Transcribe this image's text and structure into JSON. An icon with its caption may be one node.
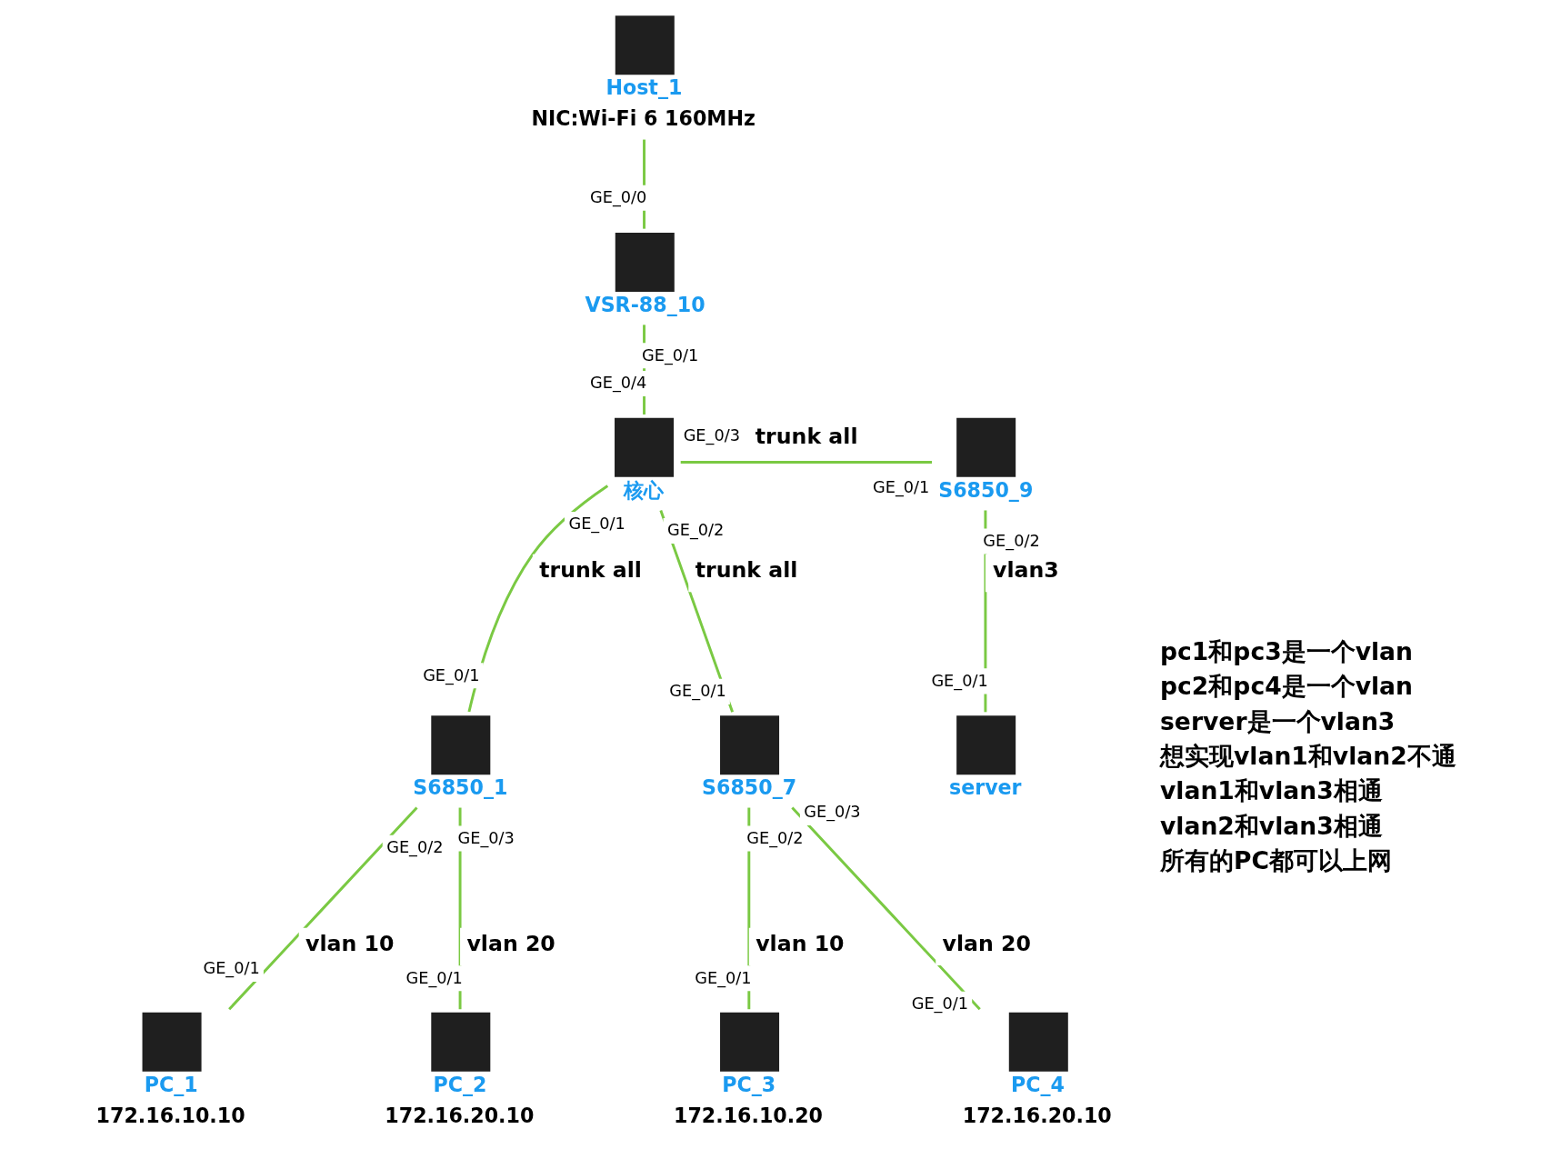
{
  "diagram": {
    "nodes": [
      {
        "text": [
          "Host_1"
        ],
        "beside": [
          "NIC:Wi-Fi 6 160MHz"
        ]
      },
      {
        "text": [
          "VSR-88_10"
        ]
      },
      {
        "text": [
          "核心"
        ]
      },
      {
        "text": [
          "S6850_9"
        ]
      },
      {
        "text": [
          "server"
        ]
      },
      {
        "text": [
          "S6850_1"
        ]
      },
      {
        "text": [
          "S6850_7"
        ]
      },
      {
        "text": [
          "PC_1"
        ],
        "beside": [
          "172.16.10.10"
        ]
      },
      {
        "text": [
          "PC_2"
        ],
        "beside": [
          "172.16.20.10"
        ]
      },
      {
        "text": [
          "PC_3"
        ],
        "beside": [
          "172.16.10.20"
        ]
      },
      {
        "text": [
          "PC_4"
        ],
        "beside": [
          "172.16.20.10"
        ]
      }
    ],
    "edges": [
      {
        "from": 0,
        "to": 1,
        "arrow": "none"
      },
      {
        "from": 1,
        "to": 2,
        "arrow": "none"
      },
      {
        "from": 2,
        "to": 3,
        "arrow": "none",
        "label": "trunk all"
      },
      {
        "from": 3,
        "to": 4,
        "arrow": "none",
        "label": "vlan3"
      },
      {
        "from": 2,
        "to": 5,
        "arrow": "none",
        "label": "trunk all"
      },
      {
        "from": 2,
        "to": 6,
        "arrow": "none",
        "label": "trunk all"
      },
      {
        "from": 5,
        "to": 7,
        "arrow": "none",
        "label": "vlan 10"
      },
      {
        "from": 5,
        "to": 8,
        "arrow": "none",
        "label": "vlan 20"
      },
      {
        "from": 6,
        "to": 9,
        "arrow": "none",
        "label": "vlan 10"
      },
      {
        "from": 6,
        "to": 10,
        "arrow": "none",
        "label": "vlan 20"
      }
    ],
    "labels": [
      "GE_0/0",
      "GE_0/1",
      "GE_0/4",
      "GE_0/3",
      "GE_0/1",
      "GE_0/2",
      "GE_0/1",
      "GE_0/1",
      "GE_0/1",
      "GE_0/2",
      "GE_0/1",
      "GE_0/2",
      "GE_0/1",
      "GE_0/3",
      "GE_0/1",
      "GE_0/2",
      "GE_0/1",
      "GE_0/3",
      "GE_0/1",
      "pc1和pc3是一个vlan",
      "pc2和pc4是一个vlan",
      "server是一个vlan3",
      "想实现vlan1和vlan2不通",
      "vlan1和vlan3相通",
      "vlan2和vlan3相通",
      "所有的PC都可以上网"
    ]
  }
}
